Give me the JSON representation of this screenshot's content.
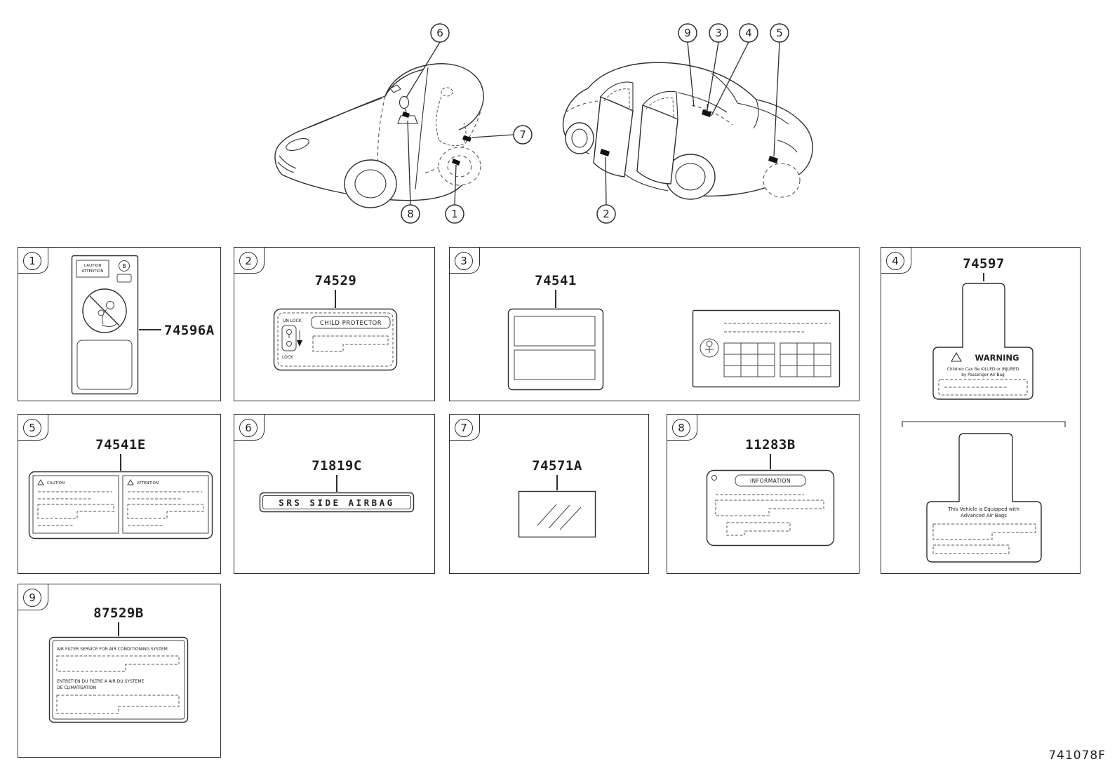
{
  "footer": {
    "diagram_code": "741078F"
  },
  "callouts": {
    "n1": "1",
    "n2": "2",
    "n3": "3",
    "n4": "4",
    "n5": "5",
    "n6": "6",
    "n7": "7",
    "n8": "8",
    "n9": "9"
  },
  "panels": {
    "p1": {
      "num": "1",
      "part": "74596A",
      "label": {
        "line1": "CAUTION",
        "line2": "ATTENTION",
        "badge": "B"
      }
    },
    "p2": {
      "num": "2",
      "part": "74529",
      "label": {
        "unlock": "UN LOCK",
        "lock": "LOCK",
        "title": "CHILD PROTECTOR"
      }
    },
    "p3": {
      "num": "3",
      "part": "74541"
    },
    "p4": {
      "num": "4",
      "part": "74597",
      "warning": {
        "title": "WARNING",
        "line1": "Children Can Be KILLED or INJURED",
        "line2": "by Passenger Air Bag"
      },
      "equipped": {
        "line1": "This Vehicle is Equipped with",
        "line2": "Advanced Air Bags"
      }
    },
    "p5": {
      "num": "5",
      "part": "74541E",
      "headers": {
        "left": "CAUTION",
        "right": "ATTENTION"
      }
    },
    "p6": {
      "num": "6",
      "part": "71819C",
      "label_text": "SRS SIDE AIRBAG"
    },
    "p7": {
      "num": "7",
      "part": "74571A"
    },
    "p8": {
      "num": "8",
      "part": "11283B",
      "label_text": "INFORMATION"
    },
    "p9": {
      "num": "9",
      "part": "87529B",
      "label": {
        "line1": "AIR FILTER SERVICE FOR AIR CONDITIONING SYSTEM",
        "line2": "ENTRETIEN DU FILTRE A AIR DU SYSTEME",
        "line3": "DE CLIMATISATION"
      }
    }
  }
}
